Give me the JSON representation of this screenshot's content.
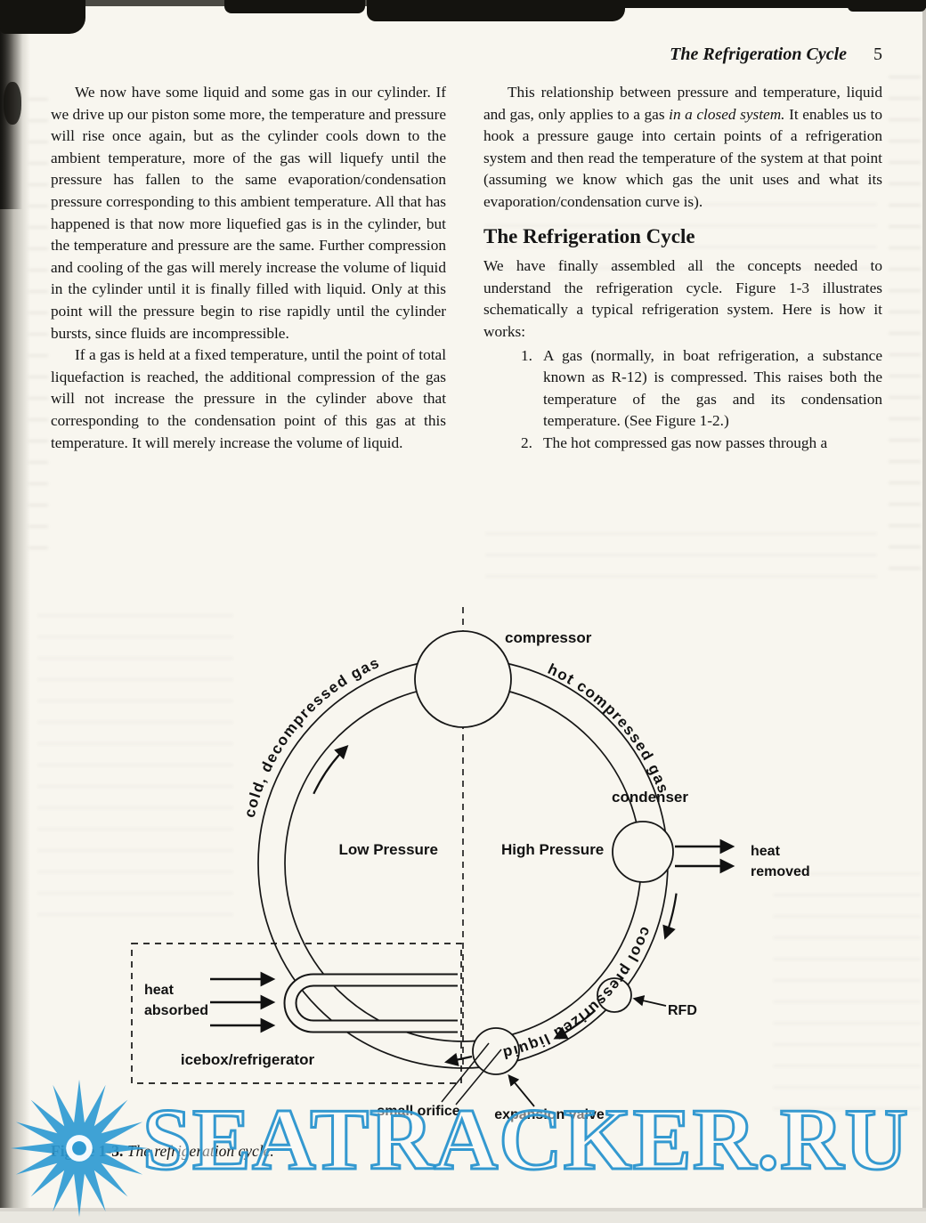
{
  "header": {
    "title": "The Refrigeration Cycle",
    "page_number": "5"
  },
  "left_column": {
    "para1": "We now have some liquid and some gas in our cylinder. If we drive up our piston some more, the temperature and pressure will rise once again, but as the cylinder cools down to the ambient temperature, more of the gas will liquefy until the pressure has fallen to the same evaporation/condensation pressure corresponding to this ambient temperature. All that has happened is that now more liquefied gas is in the cylinder, but the temperature and pressure are the same. Further compression and cooling of the gas will merely increase the volume of liquid in the cylinder until it is finally filled with liquid. Only at this point will the pressure begin to rise rapidly until the cylinder bursts, since fluids are incompressible.",
    "para2": "If a gas is held at a fixed temperature, until the point of total liquefaction is reached, the additional compression of the gas will not increase the pressure in the cylinder above that corresponding to the condensation point of this gas at this temperature. It will merely increase the volume of liquid."
  },
  "right_column": {
    "para1_before": "This relationship between pressure and temperature, liquid and gas, only applies to a gas ",
    "para1_italic": "in a closed system.",
    "para1_after": " It enables us to hook a pressure gauge into certain points of a refrigeration system and then read the temperature of the system at that point (assuming we know which gas the unit uses and what its evaporation/condensation curve is).",
    "heading": "The Refrigeration Cycle",
    "para2": "We have finally assembled all the concepts needed to understand the refrigeration cycle. Figure 1-3 illustrates schematically a typical refrigeration system. Here is how it works:",
    "list": [
      {
        "num": "1.",
        "text": "A gas (normally, in boat refrigeration, a substance known as R-12) is compressed. This raises both the temperature of the gas and its condensation temperature. (See Figure 1-2.)"
      },
      {
        "num": "2.",
        "text": "The hot compressed gas now passes through a"
      }
    ]
  },
  "figure": {
    "caption_label": "Figure 1-3.",
    "caption_text": "The refrigeration cycle.",
    "labels": {
      "compressor": "compressor",
      "condenser": "condenser",
      "hot_gas": "hot compressed gas",
      "cold_gas": "cold, decompressed gas",
      "cool_liquid": "cool pressurized liquid",
      "low_pressure": "Low Pressure",
      "high_pressure": "High Pressure",
      "heat_removed_line1": "heat",
      "heat_removed_line2": "removed",
      "heat_absorbed_line1": "heat",
      "heat_absorbed_line2": "absorbed",
      "icebox": "icebox/refrigerator",
      "rfd": "RFD",
      "small_orifice": "small orifice",
      "expansion_valve": "expansion valve"
    }
  },
  "watermark": {
    "text": "SEATRACKER.RU",
    "color": "#2f9ad2"
  }
}
